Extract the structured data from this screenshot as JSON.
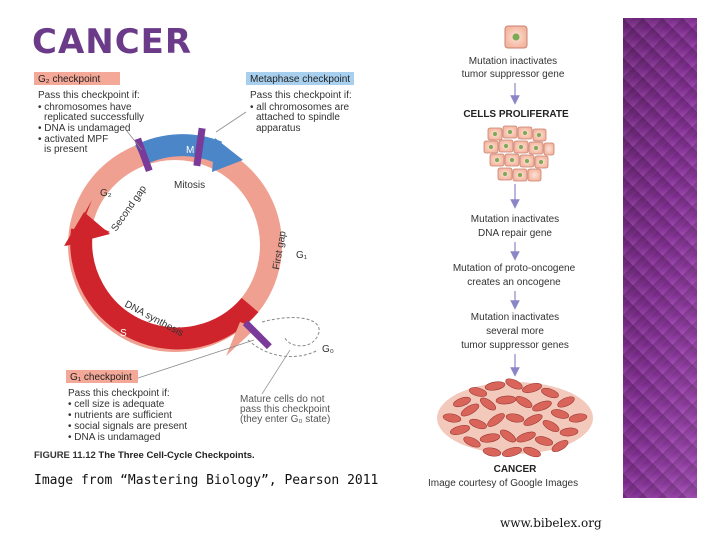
{
  "slide": {
    "title": "CANCER",
    "footer": "www.bibelex.org"
  },
  "cycle": {
    "g2_box": {
      "header": "G₂ checkpoint",
      "intro": "Pass this checkpoint if:",
      "items": [
        "• chromosomes have",
        "replicated successfully",
        "• DNA is undamaged",
        "• activated MPF",
        "is present"
      ]
    },
    "metaphase_box": {
      "header": "Metaphase checkpoint",
      "intro": "Pass this checkpoint if:",
      "items": [
        "• all chromosomes are",
        "attached to spindle",
        "apparatus"
      ]
    },
    "g1_box": {
      "header": "G₁ checkpoint",
      "intro": "Pass this checkpoint if:",
      "items": [
        "• cell size is adequate",
        "• nutrients are sufficient",
        "• social signals are present",
        "• DNA is undamaged"
      ]
    },
    "phase_labels": {
      "m": "M",
      "mitosis": "Mitosis",
      "g2": "G₂",
      "second_gap": "Second gap",
      "first_gap": "First gap",
      "g1": "G₁",
      "dna_synthesis": "DNA synthesis",
      "s": "S",
      "g0": "G₀"
    },
    "mature_note": [
      "Mature cells do not",
      "pass this checkpoint",
      "(they enter G₀ state)"
    ],
    "figure_number": "FIGURE 11.12",
    "figure_caption": "The Three Cell-Cycle Checkpoints."
  },
  "progression": {
    "steps": [
      [
        "Mutation inactivates",
        "tumor suppressor gene"
      ],
      [
        "CELLS PROLIFERATE"
      ],
      [
        "Mutation inactivates",
        "DNA repair gene"
      ],
      [
        "Mutation of proto-oncogene",
        "creates an oncogene"
      ],
      [
        "Mutation inactivates",
        "several more",
        "tumor suppressor genes"
      ],
      [
        "CANCER"
      ]
    ]
  },
  "credits": {
    "book": "Image from “Mastering Biology”, Pearson 2011",
    "google": "Image courtesy of Google Images"
  },
  "colors": {
    "title": "#6b3b8a",
    "ring_light": "#f0a090",
    "ring_dark": "#d0242c",
    "mitosis_blue": "#4a86c8",
    "checkpoint_purple": "#7a3a9a",
    "g_box_bg": "#f4a898",
    "meta_box_bg": "#a8d0ee",
    "deco_purple": "#8a3a9a"
  }
}
